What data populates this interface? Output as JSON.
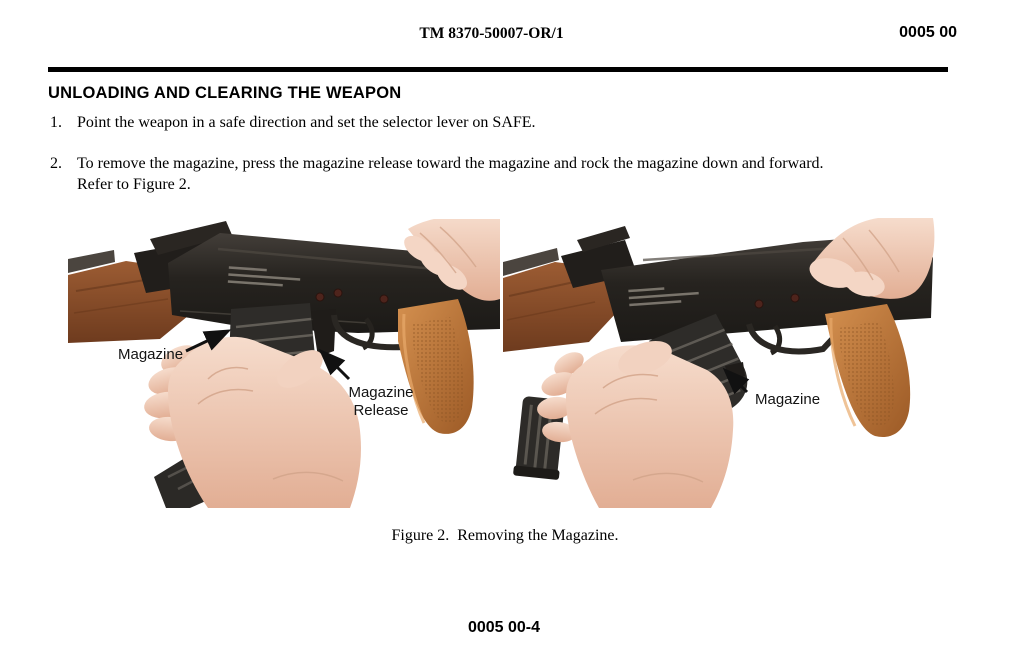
{
  "header": {
    "tm_number": "TM 8370-50007-OR/1",
    "page_code": "0005 00"
  },
  "section": {
    "title": "UNLOADING AND CLEARING THE WEAPON"
  },
  "steps": [
    {
      "num": "1.",
      "lines": [
        "Point the weapon in a safe direction and set the selector lever on SAFE."
      ]
    },
    {
      "num": "2.",
      "lines": [
        "To remove the magazine, press the magazine release toward the magazine and rock the magazine down and forward.",
        "Refer to Figure 2."
      ]
    }
  ],
  "figure": {
    "caption": "Figure 2.  Removing the Magazine.",
    "left": {
      "label_magazine": "Magazine",
      "label_release_1": "Magazine",
      "label_release_2": "Release"
    },
    "right": {
      "label_magazine": "Magazine"
    }
  },
  "footer": {
    "page_number": "0005 00-4"
  },
  "palette": {
    "wood": "#8a4a2a",
    "pistol_grip": "#c0763a",
    "metal": "#2c2825",
    "skin": "#ecc4b1",
    "label_text": "#141414"
  }
}
